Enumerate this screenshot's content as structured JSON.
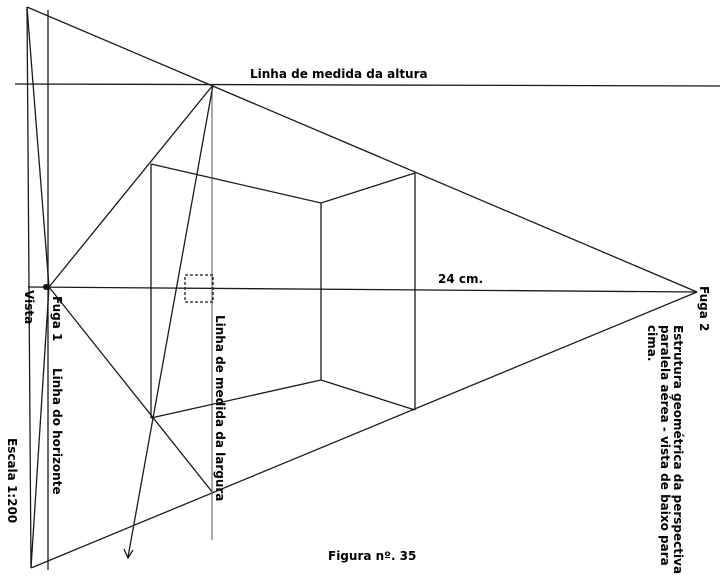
{
  "labels": {
    "height_line": "Linha de medida da altura",
    "width_line": "Linha de medida da largura",
    "distance": "24 cm.",
    "fuga1": "Fuga 1",
    "fuga2": "Fuga 2",
    "vista": "Vista",
    "horizon": "Linha do horizonte",
    "scale": "Escala 1:200",
    "description_line1": "Estrutura geométrica da perspectiva",
    "description_line2": "paralela aérea - vista de baixo para",
    "description_line3": "cima.",
    "caption": "Figura nº. 35"
  }
}
